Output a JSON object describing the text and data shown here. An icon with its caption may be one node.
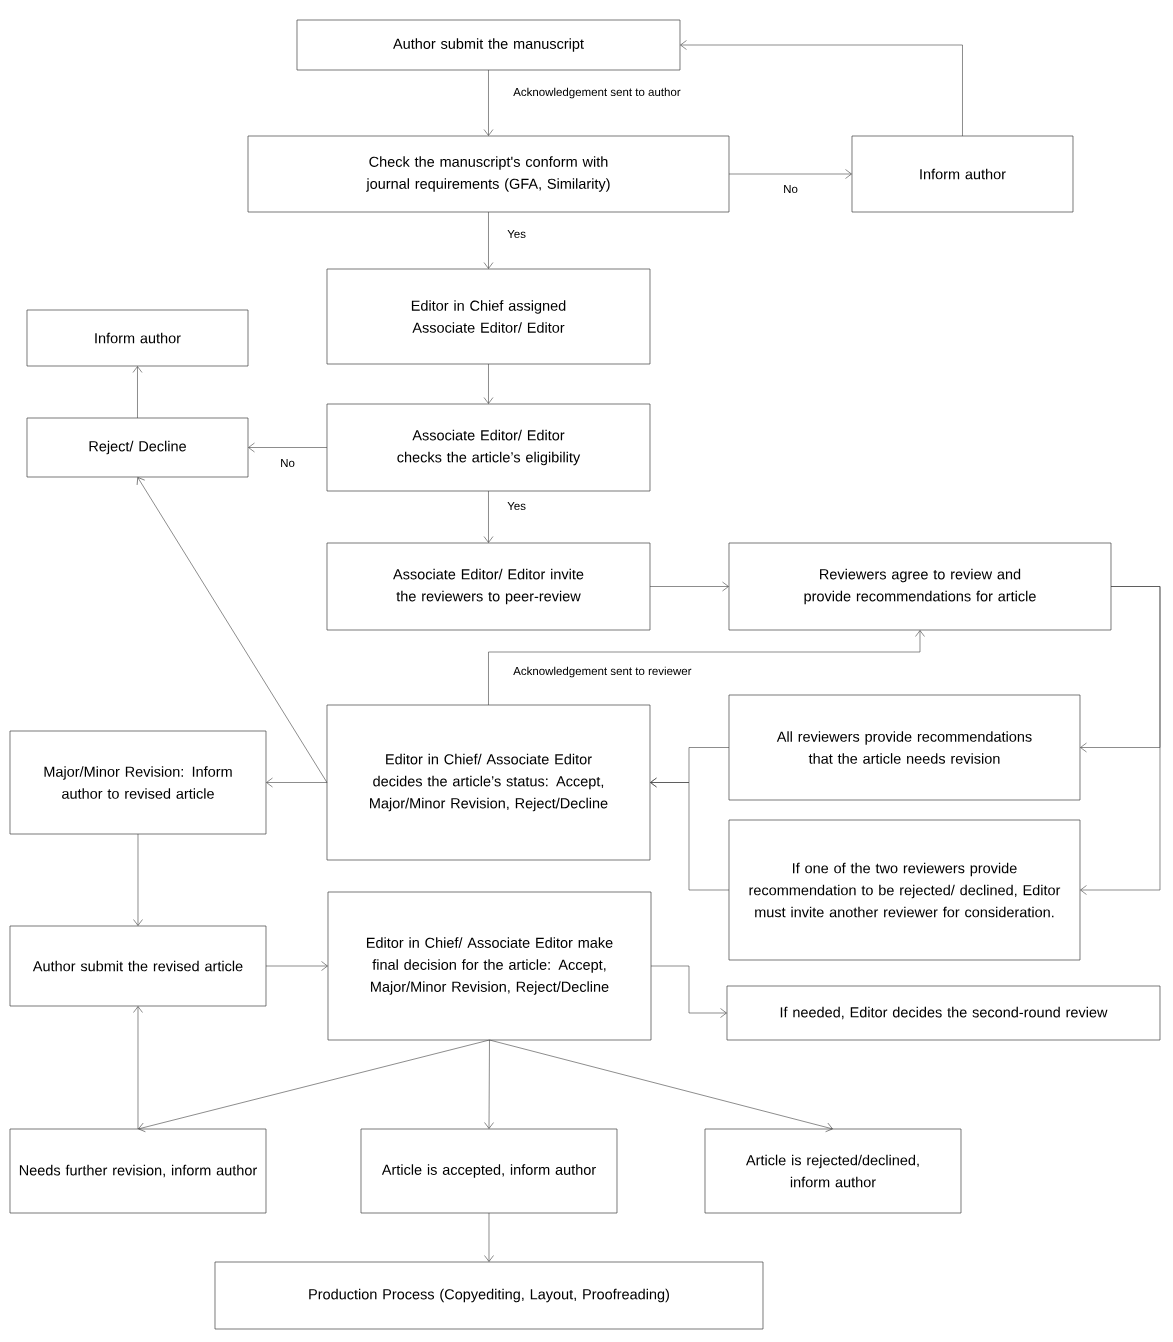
{
  "diagram": {
    "nodes": [
      {
        "text": [
          "Author submit the manuscript"
        ]
      },
      {
        "text": [
          "Check the manuscript's conform with journal requirements (GFA, Similarity)"
        ]
      },
      {
        "text": [
          "Inform author"
        ]
      },
      {
        "text": [
          "Editor in Chief assigned Associate Editor/ Editor"
        ]
      },
      {
        "text": [
          "Inform author"
        ]
      },
      {
        "text": [
          "Reject/ Decline"
        ]
      },
      {
        "text": [
          "Associate Editor/ Editor checks the article’s eligibility"
        ]
      },
      {
        "text": [
          "Associate Editor/ Editor invite the reviewers to peer-review"
        ]
      },
      {
        "text": [
          "Reviewers agree to review and provide recommendations for article"
        ]
      },
      {
        "text": [
          "Major/Minor Revision: Inform author to revised article"
        ]
      },
      {
        "text": [
          "Editor in Chief/ Associate Editor decides the article’s status: Accept, Major/Minor Revision, Reject/Decline"
        ]
      },
      {
        "text": [
          "All reviewers provide recommendations that the article needs revision"
        ]
      },
      {
        "text": [
          "If one of the two reviewers provide recommendation to be rejected/ declined, Editor must invite another reviewer for consideration."
        ]
      },
      {
        "text": [
          "Author submit the revised article"
        ]
      },
      {
        "text": [
          "Editor in Chief/ Associate Editor make final decision for the article: Accept, Major/Minor Revision, Reject/Decline"
        ]
      },
      {
        "text": [
          "If needed, Editor decides the second-round review"
        ]
      },
      {
        "text": [
          "Needs further revision, inform author"
        ]
      },
      {
        "text": [
          "Article is accepted, inform author"
        ]
      },
      {
        "text": [
          "Article is rejected/declined, inform author"
        ]
      },
      {
        "text": [
          "Production Process (Copyediting, Layout, Proofreading)"
        ]
      }
    ],
    "edges": [
      {
        "from": 0,
        "to": 1,
        "arrow": "to",
        "label": "Acknowledgement sent to author"
      },
      {
        "from": 1,
        "to": 2,
        "arrow": "to",
        "label": "No"
      },
      {
        "from": 2,
        "to": 0,
        "arrow": "to"
      },
      {
        "from": 1,
        "to": 3,
        "arrow": "to",
        "label": "Yes"
      },
      {
        "from": 3,
        "to": 6,
        "arrow": "to"
      },
      {
        "from": 6,
        "to": 5,
        "arrow": "to",
        "label": "No"
      },
      {
        "from": 5,
        "to": 4,
        "arrow": "to"
      },
      {
        "from": 6,
        "to": 7,
        "arrow": "to",
        "label": "Yes"
      },
      {
        "from": 7,
        "to": 8,
        "arrow": "to"
      },
      {
        "from": 10,
        "to": 8,
        "arrow": "to",
        "label": "Acknowledgement sent to reviewer"
      },
      {
        "from": 8,
        "to": 11,
        "arrow": "to"
      },
      {
        "from": 8,
        "to": 12,
        "arrow": "to"
      },
      {
        "from": 11,
        "to": 10,
        "arrow": "to"
      },
      {
        "from": 12,
        "to": 10,
        "arrow": "to"
      },
      {
        "from": 10,
        "to": 9,
        "arrow": "to"
      },
      {
        "from": 10,
        "to": 5,
        "arrow": "to"
      },
      {
        "from": 9,
        "to": 13,
        "arrow": "to"
      },
      {
        "from": 13,
        "to": 14,
        "arrow": "to"
      },
      {
        "from": 14,
        "to": 15,
        "arrow": "to"
      },
      {
        "from": 14,
        "to": 16,
        "arrow": "to"
      },
      {
        "from": 14,
        "to": 17,
        "arrow": "to"
      },
      {
        "from": 14,
        "to": 18,
        "arrow": "to"
      },
      {
        "from": 16,
        "to": 13,
        "arrow": "to"
      },
      {
        "from": 17,
        "to": 19,
        "arrow": "to"
      }
    ]
  }
}
